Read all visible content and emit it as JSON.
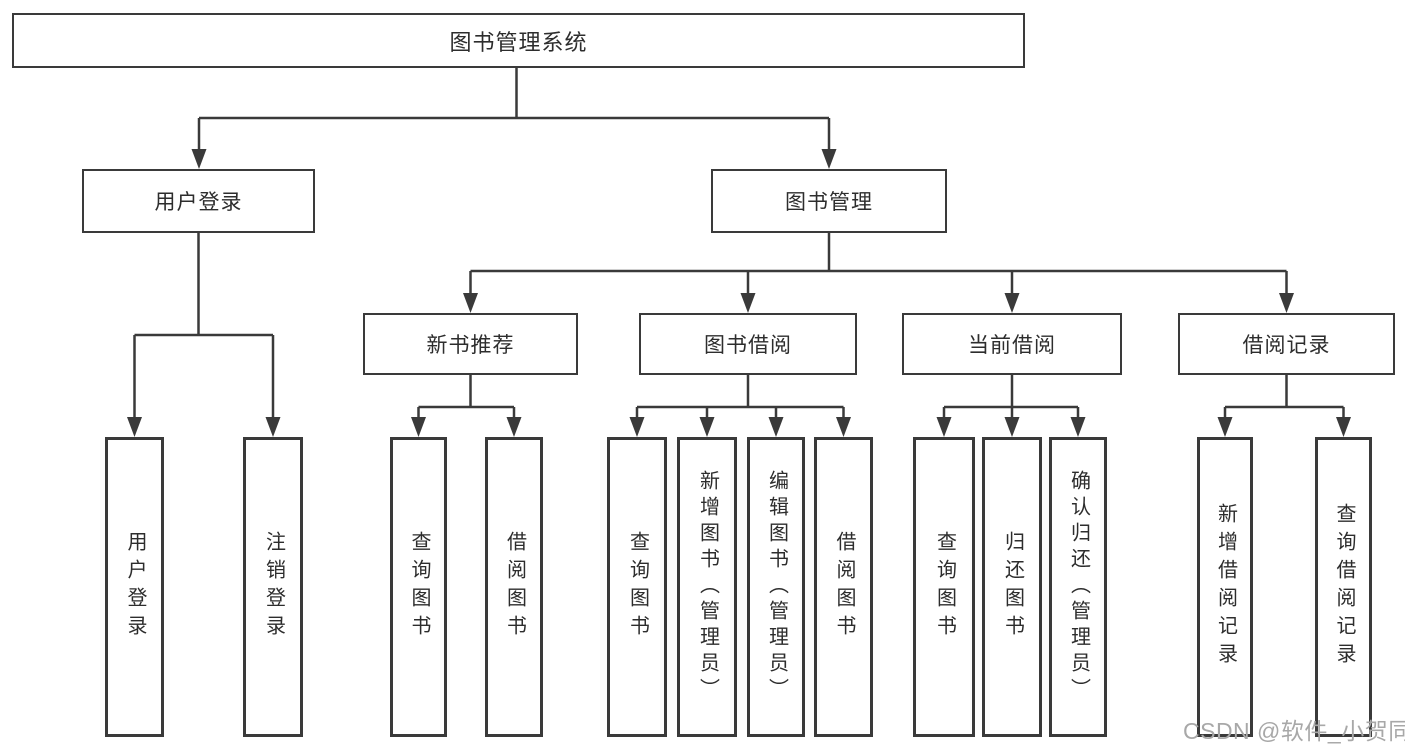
{
  "diagram": {
    "type": "hierarchy-tree",
    "title": "图书管理系统"
  },
  "colors": {
    "line": "#3a3a3a",
    "box_border": "#3a3a3a",
    "box_background": "#ffffff",
    "text": "#2d2d2d",
    "watermark": "#a8a8a8",
    "page_background": "#ffffff"
  },
  "nodes": {
    "root": {
      "label": "图书管理系统"
    },
    "user_login": {
      "label": "用户登录"
    },
    "book_management": {
      "label": "图书管理"
    },
    "new_book_recommend": {
      "label": "新书推荐"
    },
    "book_borrowing": {
      "label": "图书借阅"
    },
    "current_borrowing": {
      "label": "当前借阅"
    },
    "borrow_records": {
      "label": "借阅记录"
    },
    "leaf_user_login": {
      "label": "用户登录"
    },
    "leaf_logout_login": {
      "label": "注销登录"
    },
    "leaf_query_books_recommend": {
      "label": "查询图书"
    },
    "leaf_borrow_books_recommend": {
      "label": "借阅图书"
    },
    "leaf_query_books_borrowing": {
      "label": "查询图书"
    },
    "leaf_add_book_admin": {
      "label": "新增图书（管理员）"
    },
    "leaf_edit_book_admin": {
      "label": "编辑图书（管理员）"
    },
    "leaf_borrow_books_borrowing": {
      "label": "借阅图书"
    },
    "leaf_query_books_current": {
      "label": "查询图书"
    },
    "leaf_return_books": {
      "label": "归还图书"
    },
    "leaf_confirm_return_admin": {
      "label": "确认归还（管理员）"
    },
    "leaf_add_borrow_record": {
      "label": "新增借阅记录"
    },
    "leaf_query_borrow_record": {
      "label": "查询借阅记录"
    }
  },
  "hierarchy": {
    "图书管理系统": {
      "用户登录": [
        "用户登录",
        "注销登录"
      ],
      "图书管理": {
        "新书推荐": [
          "查询图书",
          "借阅图书"
        ],
        "图书借阅": [
          "查询图书",
          "新增图书（管理员）",
          "编辑图书（管理员）",
          "借阅图书"
        ],
        "当前借阅": [
          "查询图书",
          "归还图书",
          "确认归还（管理员）"
        ],
        "借阅记录": [
          "新增借阅记录",
          "查询借阅记录"
        ]
      }
    }
  },
  "watermark": {
    "text": "CSDN @软件_小贺同学"
  }
}
